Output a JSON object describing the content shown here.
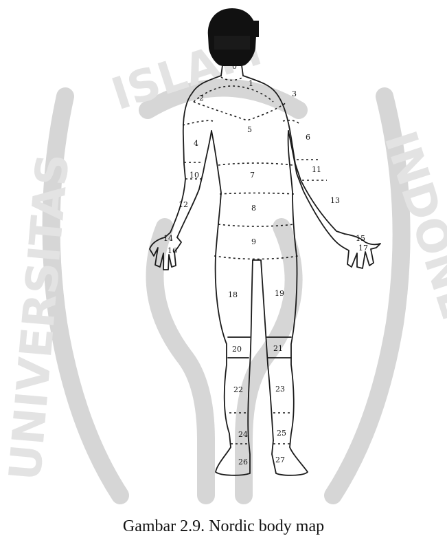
{
  "caption": "Gambar 2.9. Nordic body map",
  "watermark": {
    "text": "UNIVERSITAS ISLAM INDONESIA",
    "color": "#d6d6d6"
  },
  "regions": [
    {
      "id": "0",
      "label": "0"
    },
    {
      "id": "1",
      "label": "1"
    },
    {
      "id": "2",
      "label": "2"
    },
    {
      "id": "3",
      "label": "3"
    },
    {
      "id": "4",
      "label": "4"
    },
    {
      "id": "5",
      "label": "5"
    },
    {
      "id": "6",
      "label": "6"
    },
    {
      "id": "7",
      "label": "7"
    },
    {
      "id": "8",
      "label": "8"
    },
    {
      "id": "9",
      "label": "9"
    },
    {
      "id": "10",
      "label": "10"
    },
    {
      "id": "11",
      "label": "11"
    },
    {
      "id": "12",
      "label": "12"
    },
    {
      "id": "13",
      "label": "13"
    },
    {
      "id": "14",
      "label": "14"
    },
    {
      "id": "15",
      "label": "15"
    },
    {
      "id": "16",
      "label": "16"
    },
    {
      "id": "17",
      "label": "17"
    },
    {
      "id": "18",
      "label": "18"
    },
    {
      "id": "19",
      "label": "19"
    },
    {
      "id": "20",
      "label": "20"
    },
    {
      "id": "21",
      "label": "21"
    },
    {
      "id": "22",
      "label": "22"
    },
    {
      "id": "23",
      "label": "23"
    },
    {
      "id": "24",
      "label": "24"
    },
    {
      "id": "25",
      "label": "25"
    },
    {
      "id": "26",
      "label": "26"
    },
    {
      "id": "27",
      "label": "27"
    }
  ]
}
